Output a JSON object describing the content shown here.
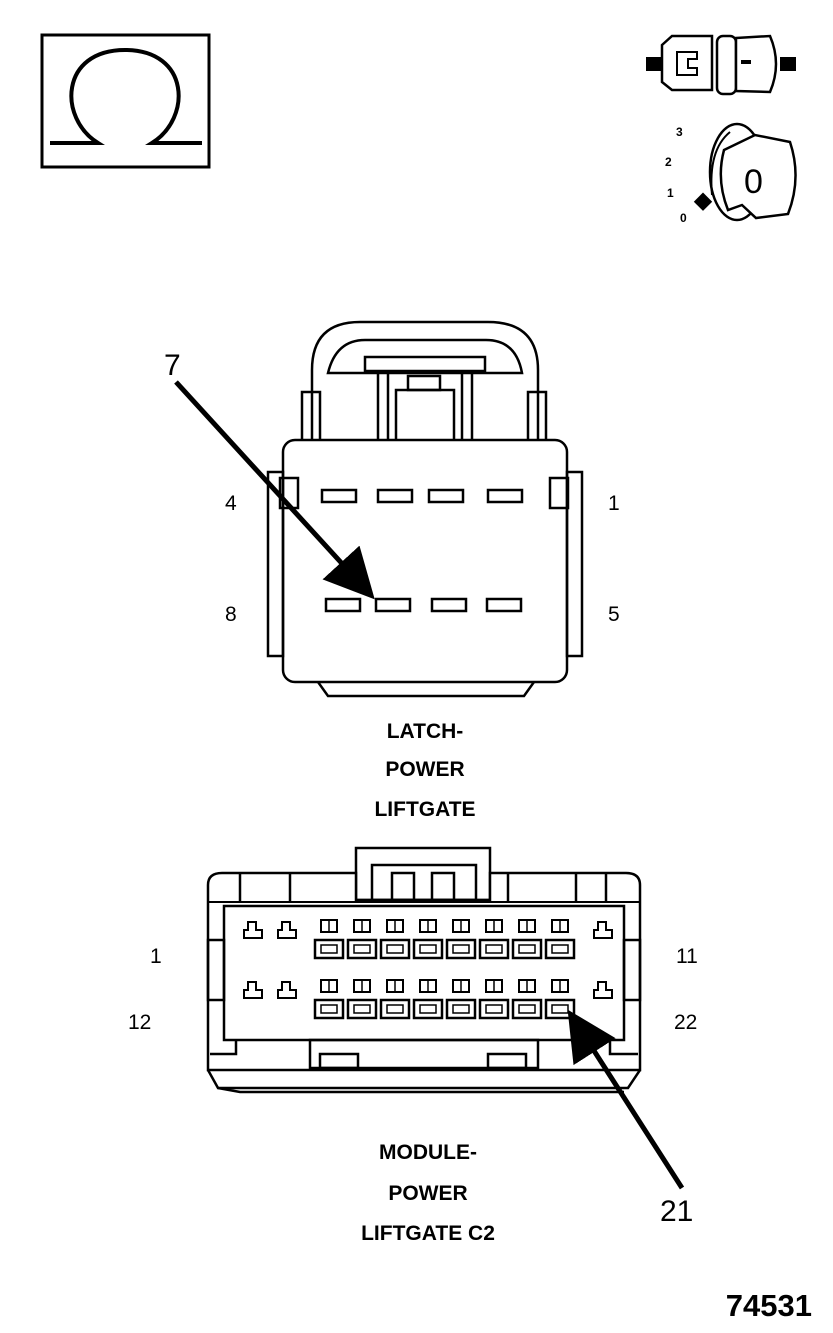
{
  "symbols": {
    "ohm": "ohm-icon",
    "connector": "disconnected-connector-icon",
    "ignition": "ignition-key-off-icon"
  },
  "ignition_positions": [
    "3",
    "2",
    "1",
    "0"
  ],
  "ignition_key_label": "0",
  "latch_connector": {
    "pin_labels": {
      "top_left": "4",
      "top_right": "1",
      "bottom_left": "8",
      "bottom_right": "5"
    },
    "callout": "7",
    "caption": [
      "LATCH-",
      "POWER",
      "LIFTGATE"
    ]
  },
  "module_connector": {
    "pin_labels": {
      "top_left": "1",
      "top_right": "11",
      "bottom_left": "12",
      "bottom_right": "22"
    },
    "callout": "21",
    "caption": [
      "MODULE-",
      "POWER",
      "LIFTGATE C2"
    ]
  },
  "figure_number": "74531"
}
